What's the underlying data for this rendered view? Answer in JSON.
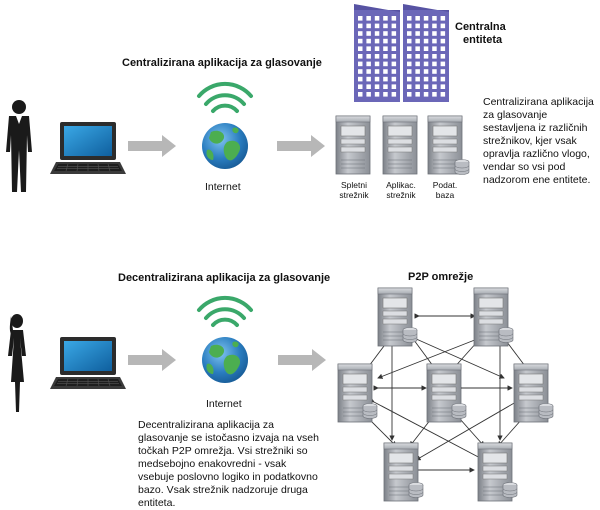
{
  "top": {
    "title": "Centralizirana aplikacija za glasovanje",
    "internet_label": "Internet",
    "entity_label_line1": "Centralna",
    "entity_label_line2": "entiteta",
    "server_labels": [
      {
        "line1": "Spletni",
        "line2": "strežnik"
      },
      {
        "line1": "Aplikac.",
        "line2": "strežnik"
      },
      {
        "line1": "Podat.",
        "line2": "baza"
      }
    ],
    "description": [
      "Centralizirana aplikacija",
      "za glasovanje",
      "sestavljena iz različnih",
      "strežnikov, kjer vsak",
      "opravlja različno vlogo,",
      "vendar so vsi pod",
      "nadzorom ene entitete."
    ]
  },
  "bottom": {
    "title": "Decentralizirana aplikacija za glasovanje",
    "internet_label": "Internet",
    "network_title": "P2P omrežje",
    "description": [
      "Decentralizirana aplikacija za",
      "glasovanje se istočasno izvaja na vseh",
      "točkah P2P omrežja. Vsi strežniki so",
      "medsebojno enakovredni - vsak",
      "vsebuje poslovno logiko in podatkovno",
      "bazo. Vsak strežnik nadzoruje druga",
      "entiteta."
    ]
  },
  "colors": {
    "building": "#6b67b8",
    "building_dark": "#5753a3",
    "arrow": "#b7b7b7",
    "wifi": "#3aa86a",
    "globe_blue": "#2a7dc0",
    "globe_green": "#4cae50",
    "server": "#9a9ea5",
    "server_light": "#c9ccd1",
    "laptop": "#2c2c2c",
    "screen": "#1b86c8"
  },
  "icons": [
    "man-icon",
    "woman-icon",
    "laptop-icon",
    "wifi-icon",
    "globe-icon",
    "server-icon",
    "building-icon",
    "database-icon"
  ]
}
